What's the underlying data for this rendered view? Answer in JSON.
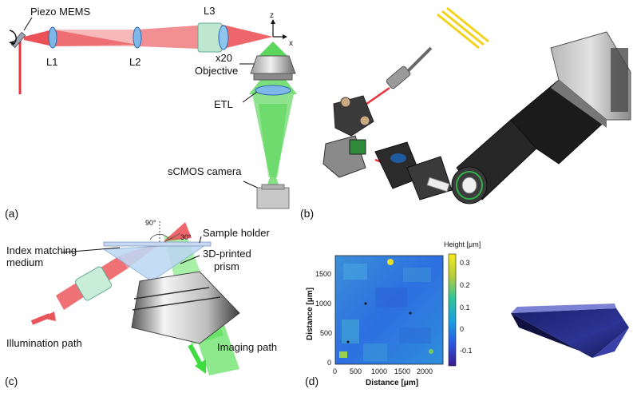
{
  "panel_a": {
    "panel_label": "(a)",
    "piezo_label": "Piezo MEMS",
    "l1": "L1",
    "l2": "L2",
    "l3": "L3",
    "objective_line1": "x20",
    "objective_line2": "Objective",
    "etl": "ETL",
    "camera": "sCMOS camera",
    "axis_z": "z",
    "axis_x": "x",
    "colors": {
      "laser": "#e8333a",
      "fluor": "#3fdc3f"
    }
  },
  "panel_b": {
    "panel_label": "(b)"
  },
  "panel_c": {
    "panel_label": "(c)",
    "angle_90": "90°",
    "angle_30": "30°",
    "sample_holder": "Sample holder",
    "index_line1": "Index matching",
    "index_line2": "medium",
    "prism_line1": "3D-printed",
    "prism_line2": "prism",
    "illumination": "Illumination path",
    "imaging": "Imaging path"
  },
  "panel_d": {
    "panel_label": "(d)",
    "colorbar_title": "Height [μm]",
    "colorbar_ticks": [
      "0.3",
      "0.2",
      "0.1",
      "0",
      "-0.1"
    ],
    "xlabel": "Distance [μm]",
    "ylabel": "Distance [μm]",
    "xticks": [
      "0",
      "500",
      "1000",
      "1500",
      "2000"
    ],
    "yticks": [
      "1500",
      "1000",
      "500",
      "0"
    ]
  }
}
